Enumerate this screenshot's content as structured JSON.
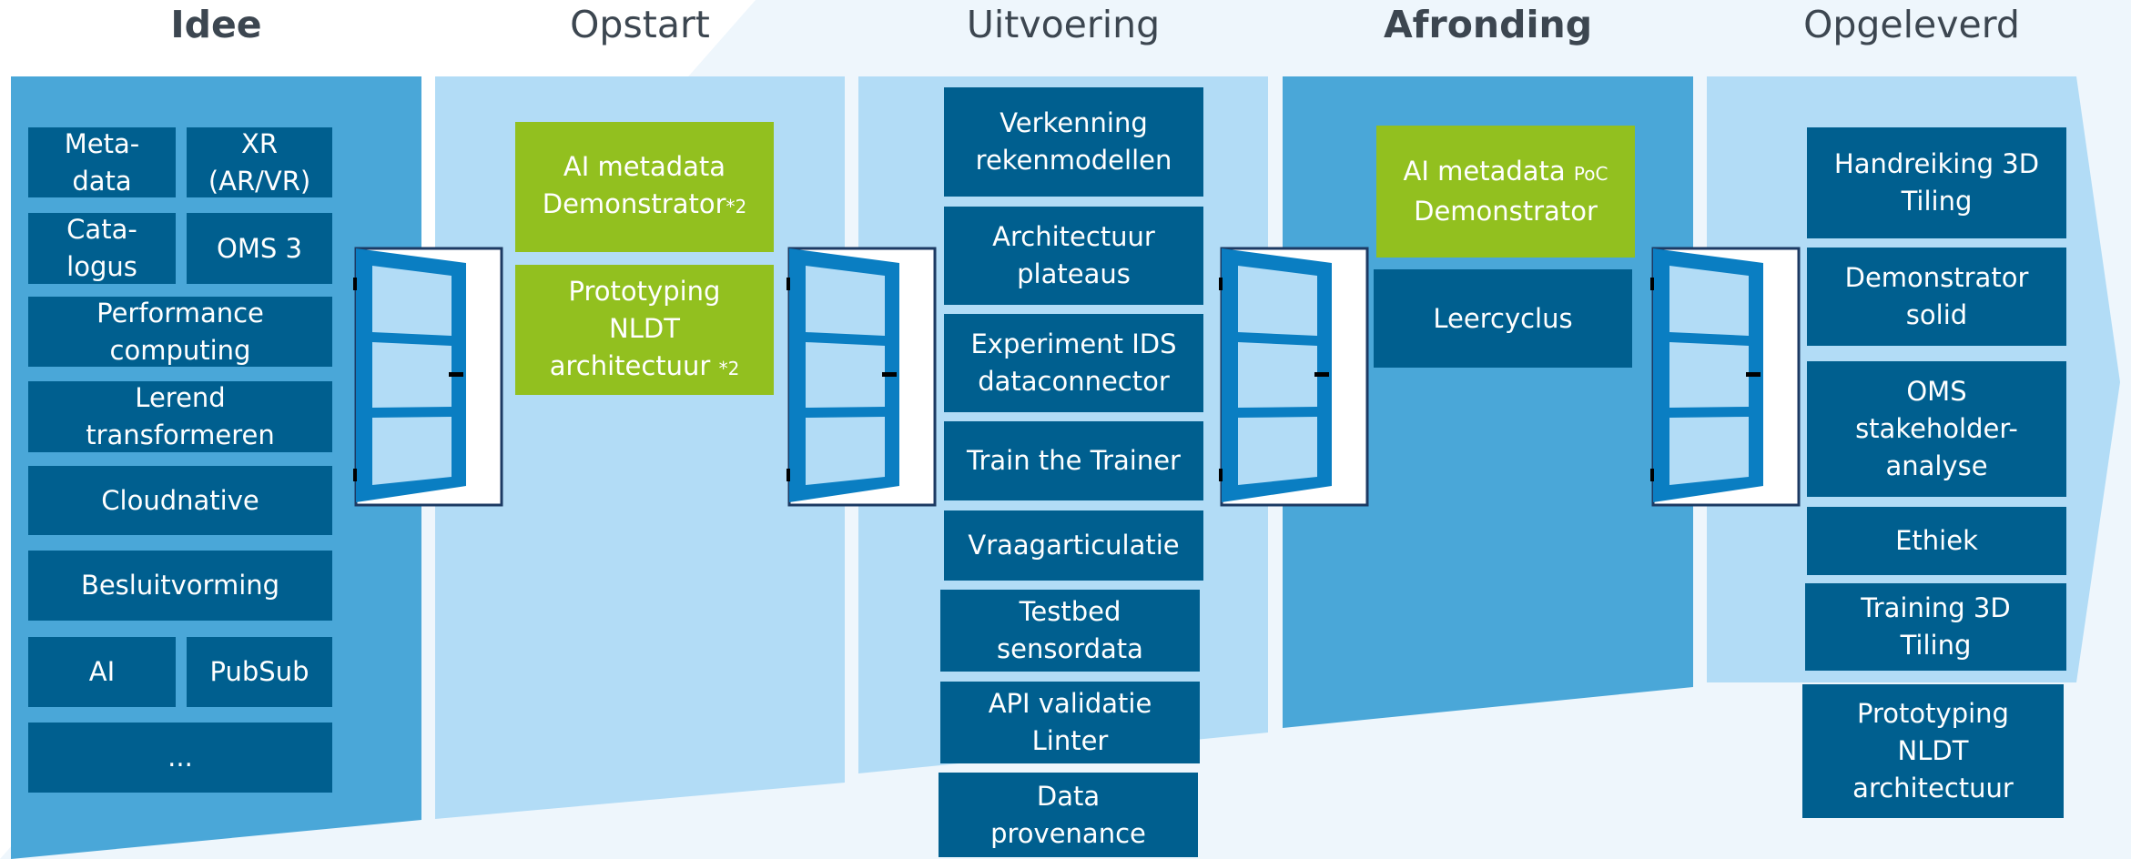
{
  "colors": {
    "col_dark": "#4aa7d8",
    "col_light": "#b2dcf6",
    "box_blue": "#005f8f",
    "box_green": "#92c01f",
    "door_blue": "#0a7ec2",
    "header_text": "#3c4650"
  },
  "headers": {
    "idee": "Idee",
    "opstart": "Opstart",
    "uitvoering": "Uitvoering",
    "afronding": "Afronding",
    "opgeleverd": "Opgeleverd"
  },
  "idee": {
    "metadata": "Meta-\ndata",
    "xr": "XR\n(AR/VR)",
    "catalogus": "Cata-\nlogus",
    "oms3": "OMS 3",
    "performance": "Performance\ncomputing",
    "lerend": "Lerend\ntransformeren",
    "cloudnative": "Cloudnative",
    "besluitvorming": "Besluitvorming",
    "ai": "AI",
    "pubsub": "PubSub",
    "more": "..."
  },
  "opstart": {
    "ai_demo_line1": "AI metadata",
    "ai_demo_line2": "Demonstrator",
    "ai_demo_suffix": "*2",
    "proto_line1": "Prototyping",
    "proto_line2": "NLDT",
    "proto_line3": "architectuur",
    "proto_suffix": "*2"
  },
  "uitvoering": {
    "verkenning": "Verkenning\nrekenmodellen",
    "architectuur": "Architectuur\nplateaus",
    "experiment": "Experiment IDS\ndataconnector",
    "train": "Train the Trainer",
    "vraag": "Vraagarticulatie",
    "testbed": "Testbed\nsensordata",
    "api": "API validatie\nLinter",
    "data": "Data\nprovenance"
  },
  "afronding": {
    "ai_line1": "AI metadata",
    "ai_poc": "PoC",
    "ai_line2": "Demonstrator",
    "leercyclus": "Leercyclus"
  },
  "opgeleverd": {
    "handreiking": "Handreiking 3D\nTiling",
    "demonstrator": "Demonstrator\nsolid",
    "oms": "OMS\nstakeholder-\nanalyse",
    "ethiek": "Ethiek",
    "training": "Training 3D\nTiling",
    "prototyping": "Prototyping\nNLDT\narchitectuur"
  }
}
